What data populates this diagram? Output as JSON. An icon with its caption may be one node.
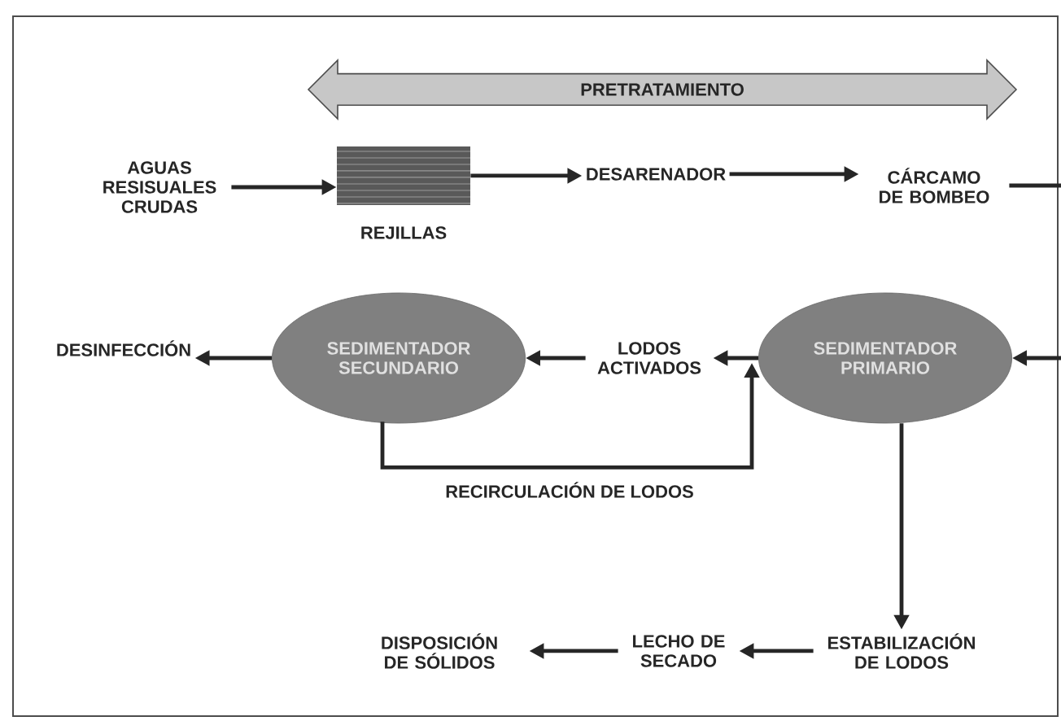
{
  "diagram": {
    "nodes": [
      {
        "text": [
          "PRETRATAMIENTO"
        ]
      },
      {
        "text": [
          "AGUAS RESISUALES CRUDAS"
        ]
      },
      {
        "text": [
          "REJILLAS"
        ]
      },
      {
        "text": [
          "DESARENADOR"
        ]
      },
      {
        "text": [
          "CÁRCAMO DE BOMBEO"
        ]
      },
      {
        "text": [
          "DESINFECCIÓN"
        ]
      },
      {
        "text": [
          "SEDIMENTADOR SECUNDARIO"
        ]
      },
      {
        "text": [
          "LODOS ACTIVADOS"
        ]
      },
      {
        "text": [
          "SEDIMENTADOR PRIMARIO"
        ]
      },
      {
        "text": [
          "DISPOSICIÓN DE SÓLIDOS"
        ]
      },
      {
        "text": [
          "LECHO DE SECADO"
        ]
      },
      {
        "text": [
          "ESTABILIZACIÓN DE LODOS"
        ]
      }
    ],
    "edges": [
      {
        "from": 1,
        "to": 2,
        "arrow": "to"
      },
      {
        "from": 2,
        "to": 3,
        "arrow": "to"
      },
      {
        "from": 3,
        "to": 4,
        "arrow": "to"
      },
      {
        "from": 4,
        "to": 8,
        "arrow": "to"
      },
      {
        "from": 8,
        "to": 7,
        "arrow": "to"
      },
      {
        "from": 7,
        "to": 6,
        "arrow": "to"
      },
      {
        "from": 6,
        "to": 5,
        "arrow": "to"
      },
      {
        "from": 6,
        "to": 8,
        "arrow": "to",
        "label": "RECIRCULACIÓN DE LODOS"
      },
      {
        "from": 8,
        "to": 11,
        "arrow": "to"
      },
      {
        "from": 11,
        "to": 10,
        "arrow": "to"
      },
      {
        "from": 10,
        "to": 9,
        "arrow": "to"
      }
    ]
  }
}
